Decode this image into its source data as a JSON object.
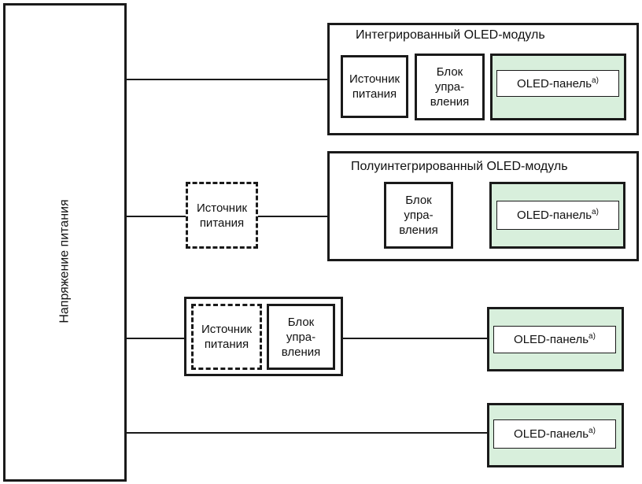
{
  "supply_label": "Напряжение питания",
  "row1": {
    "title": "Интегрированный OLED-модуль",
    "power_source": [
      "Источник",
      "питания"
    ],
    "control_block": [
      "Блок",
      "упра-",
      "вления"
    ],
    "panel": "OLED-панель",
    "footnote": "а)"
  },
  "row2": {
    "title": "Полуинтегрированный OLED-модуль",
    "power_source": [
      "Источник",
      "питания"
    ],
    "control_block": [
      "Блок",
      "упра-",
      "вления"
    ],
    "panel": "OLED-панель",
    "footnote": "а)"
  },
  "row3": {
    "power_source": [
      "Источник",
      "питания"
    ],
    "control_block": [
      "Блок",
      "упра-",
      "вления"
    ],
    "panel": "OLED-панель",
    "footnote": "а)"
  },
  "row4": {
    "panel": "OLED-панель",
    "footnote": "а)"
  },
  "colors": {
    "stroke": "#1a1a1a",
    "panel_fill": "#d8efdc"
  }
}
